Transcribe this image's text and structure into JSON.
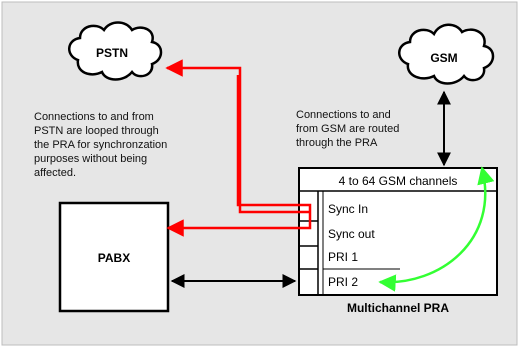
{
  "clouds": {
    "pstn": "PSTN",
    "gsm": "GSM"
  },
  "notes": {
    "pstn_lines": [
      "Connections to and from",
      "PSTN are looped through",
      "the PRA for synchronzation",
      "purposes without being",
      "affected."
    ],
    "gsm_lines": [
      "Connections to and",
      "from GSM are routed",
      "through the PRA"
    ]
  },
  "pabx": {
    "label": "PABX"
  },
  "pra": {
    "channels_label": "4 to 64 GSM channels",
    "ports": [
      "Sync In",
      "Sync out",
      "PRI 1",
      "PRI 2"
    ],
    "caption": "Multichannel PRA"
  },
  "colors": {
    "background": "#e6e6e6",
    "loop_arrow": "#ff0000",
    "route_arrow": "#33ff33",
    "link": "#000000"
  }
}
